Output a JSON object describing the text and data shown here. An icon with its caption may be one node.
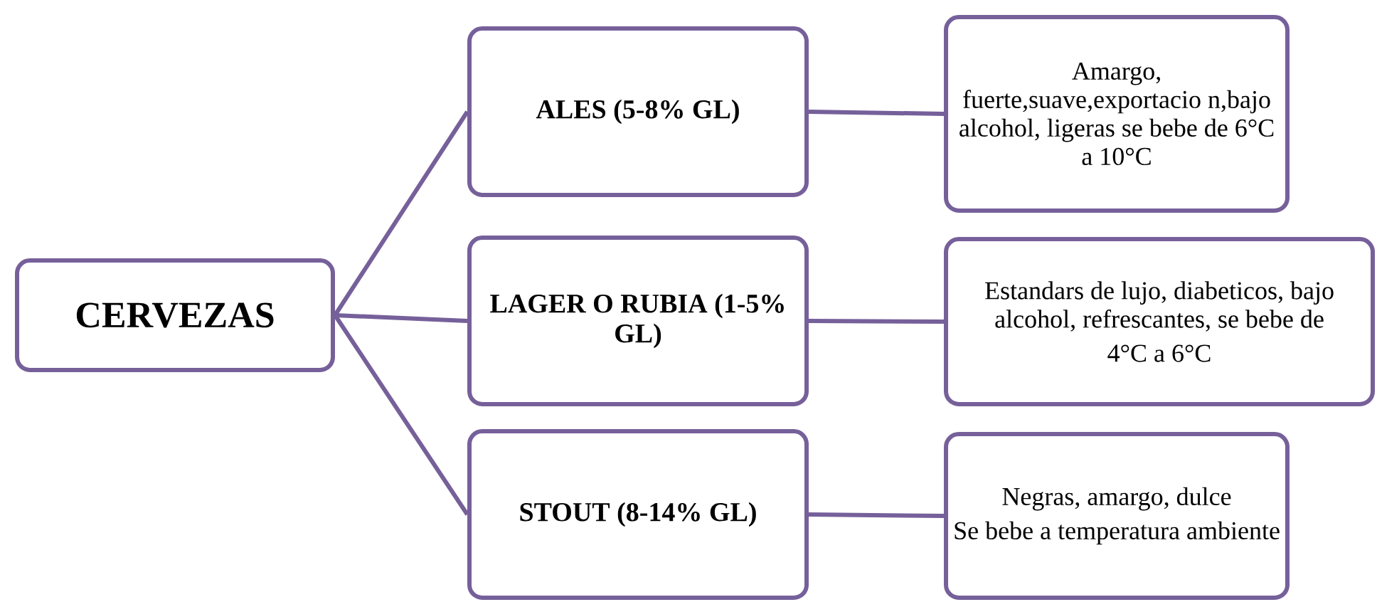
{
  "diagram": {
    "nodes": [
      {
        "text": [
          "CERVEZAS"
        ]
      },
      {
        "text": [
          "ALES (5-8% GL)"
        ]
      },
      {
        "text": [
          "LAGER O RUBIA (1-5% GL)"
        ]
      },
      {
        "text": [
          "STOUT (8-14% GL)"
        ]
      },
      {
        "text": [
          "Amargo, fuerte,suave,exportacio n,bajo alcohol, ligeras se bebe de 6°C a 10°C"
        ]
      },
      {
        "text": [
          "Estandars de lujo, diabeticos, bajo alcohol, refrescantes, se bebe de",
          "4°C a 6°C"
        ]
      },
      {
        "text": [
          "Negras, amargo, dulce",
          "Se bebe a temperatura ambiente"
        ]
      }
    ],
    "edges": [
      {
        "from": 0,
        "to": 1,
        "arrow": "none"
      },
      {
        "from": 0,
        "to": 2,
        "arrow": "none"
      },
      {
        "from": 0,
        "to": 3,
        "arrow": "none"
      },
      {
        "from": 1,
        "to": 4,
        "arrow": "none"
      },
      {
        "from": 2,
        "to": 5,
        "arrow": "none"
      },
      {
        "from": 3,
        "to": 6,
        "arrow": "none"
      }
    ]
  }
}
